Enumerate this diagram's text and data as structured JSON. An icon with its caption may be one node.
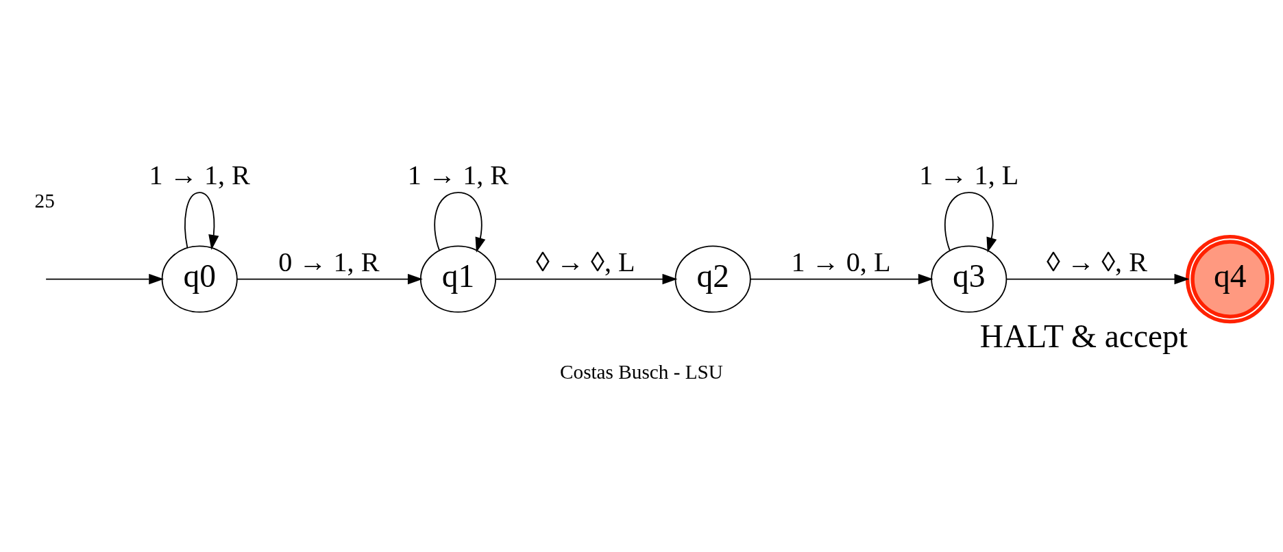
{
  "diagram": {
    "caption": "Costas Busch - LSU",
    "nodes": [
      {
        "text": [
          "q0"
        ]
      },
      {
        "text": [
          "q1"
        ]
      },
      {
        "text": [
          "q2"
        ]
      },
      {
        "text": [
          "q3"
        ]
      },
      {
        "text": [
          "q4"
        ],
        "beside": [
          "HALT & accept"
        ]
      }
    ],
    "edges": [
      {
        "from": null,
        "to": 0,
        "arrow": "to"
      },
      {
        "from": 0,
        "to": 0,
        "arrow": "to",
        "label": "1 → 1, R"
      },
      {
        "from": 0,
        "to": 1,
        "arrow": "to",
        "label": "0 → 1, R"
      },
      {
        "from": 1,
        "to": 1,
        "arrow": "to",
        "label": "1 → 1, R"
      },
      {
        "from": 1,
        "to": 2,
        "arrow": "to",
        "label": "◊ → ◊, L"
      },
      {
        "from": 2,
        "to": 3,
        "arrow": "to",
        "label": "1 → 0, L"
      },
      {
        "from": 3,
        "to": 3,
        "arrow": "to",
        "label": "1 → 1, L"
      },
      {
        "from": 3,
        "to": 4,
        "arrow": "to",
        "label": "◊ → ◊, R"
      }
    ],
    "labels": [
      "25"
    ]
  }
}
